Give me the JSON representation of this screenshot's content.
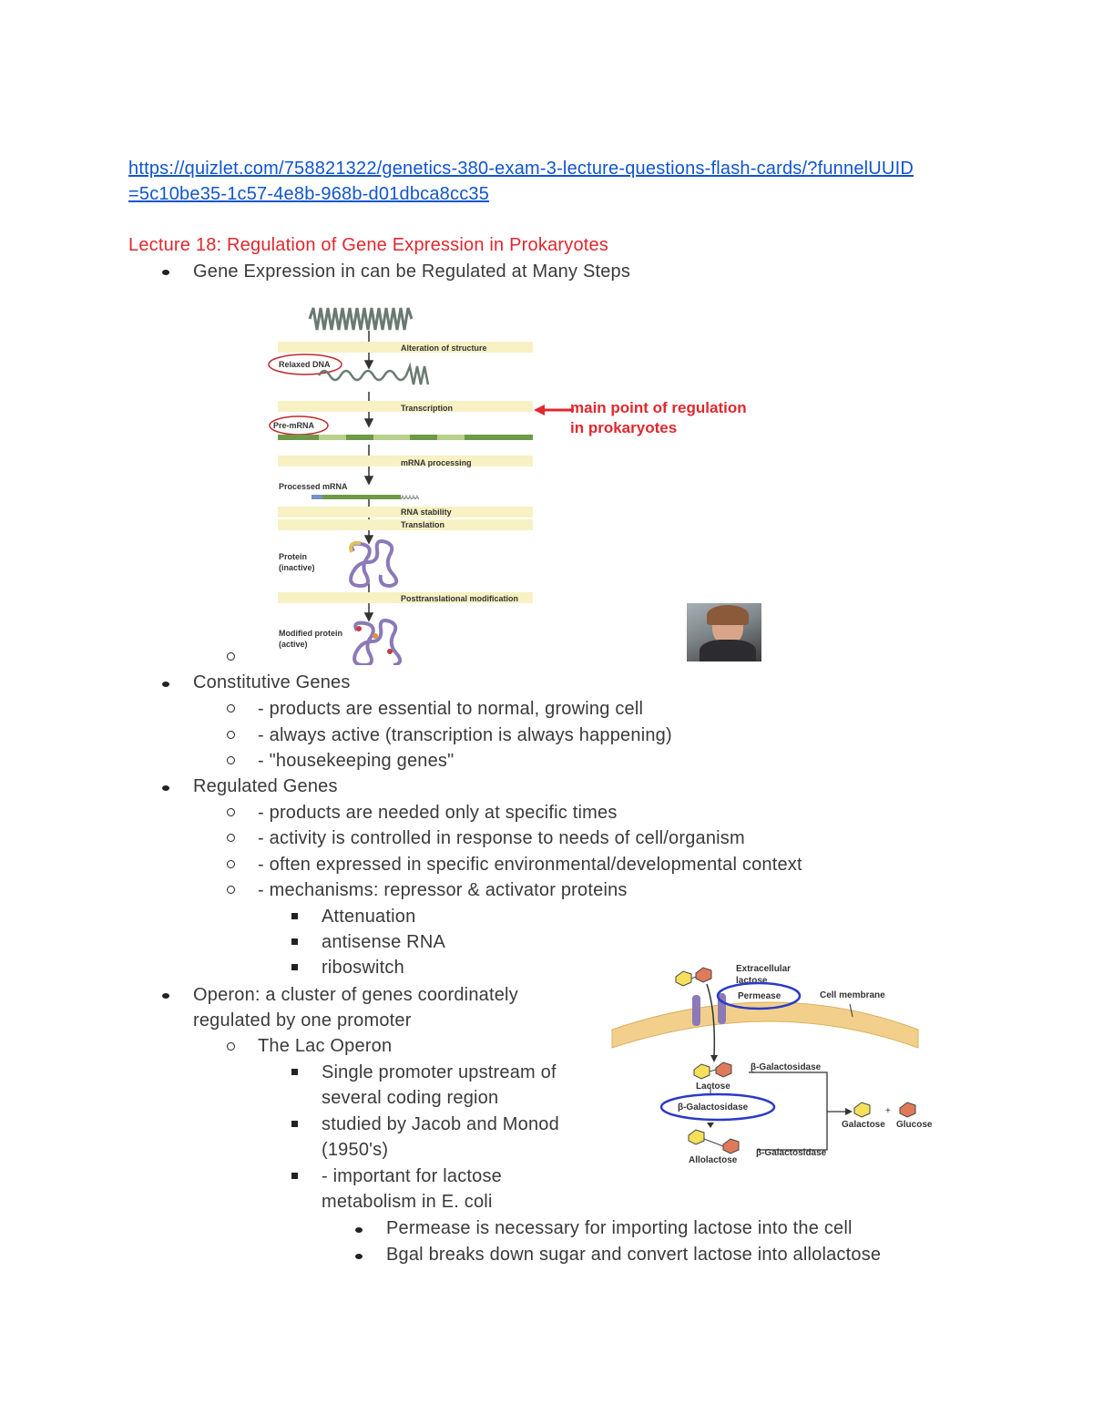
{
  "link": {
    "line1": "https://quizlet.com/758821322/genetics-380-exam-3-lecture-questions-flash-cards/?funnelUUID",
    "line2": "=5c10be35-1c57-4e8b-968b-d01dbca8cc35"
  },
  "heading": "Lecture 18: Regulation of Gene Expression in Prokaryotes",
  "bullets": {
    "gene_expression": "Gene Expression in can be Regulated at Many Steps",
    "constitutive": {
      "title": "Constitutive Genes",
      "items": [
        "- products are essential to normal, growing cell",
        "- always active (transcription is always happening)",
        "- \"housekeeping genes\""
      ]
    },
    "regulated": {
      "title": "Regulated Genes",
      "items": [
        "- products are needed only at specific times",
        "- activity is controlled in response to needs of cell/organism",
        "- often expressed in specific environmental/developmental context",
        "- mechanisms: repressor & activator proteins"
      ],
      "mechanisms": [
        "Attenuation",
        "antisense RNA",
        "riboswitch"
      ]
    },
    "operon": {
      "title_line1": "Operon: a cluster of genes coordinately",
      "title_line2": "regulated by one promoter",
      "lac": "The Lac Operon",
      "points": [
        [
          "Single promoter upstream of",
          "several coding region"
        ],
        [
          " studied by Jacob and Monod",
          "(1950's)"
        ],
        [
          "- important for lactose",
          "metabolism in E. coli"
        ]
      ],
      "details": [
        "Permease is necessary for importing lactose into the cell",
        "Bgal breaks down sugar and convert lactose into allolactose"
      ]
    }
  },
  "figure1": {
    "steps": [
      "Alteration of structure",
      "Transcription",
      "mRNA processing",
      "RNA stability",
      "Translation",
      "Posttranslational modification"
    ],
    "labels": {
      "relaxed": "Relaxed DNA",
      "premrna": "Pre-mRNA",
      "processed": "Processed mRNA",
      "aaaa": "AAAAA",
      "protein1": "Protein",
      "protein2": "(inactive)",
      "modified1": "Modified protein",
      "modified2": "(active)"
    },
    "annotation1": "main point of regulation",
    "annotation2": "in prokaryotes",
    "annotation_color": "#e0282e"
  },
  "figure2": {
    "extracellular1": "Extracellular",
    "extracellular2": "lactose",
    "permease": "Permease",
    "membrane": "Cell membrane",
    "bgal_top": "β-Galactosidase",
    "lactose": "Lactose",
    "bgal_circled": "β-Galactosidase",
    "galactose": "Galactose",
    "plus": "+",
    "glucose": "Glucose",
    "allolactose": "Allolactose",
    "bgal_bottom": "β-Galactosidase"
  }
}
